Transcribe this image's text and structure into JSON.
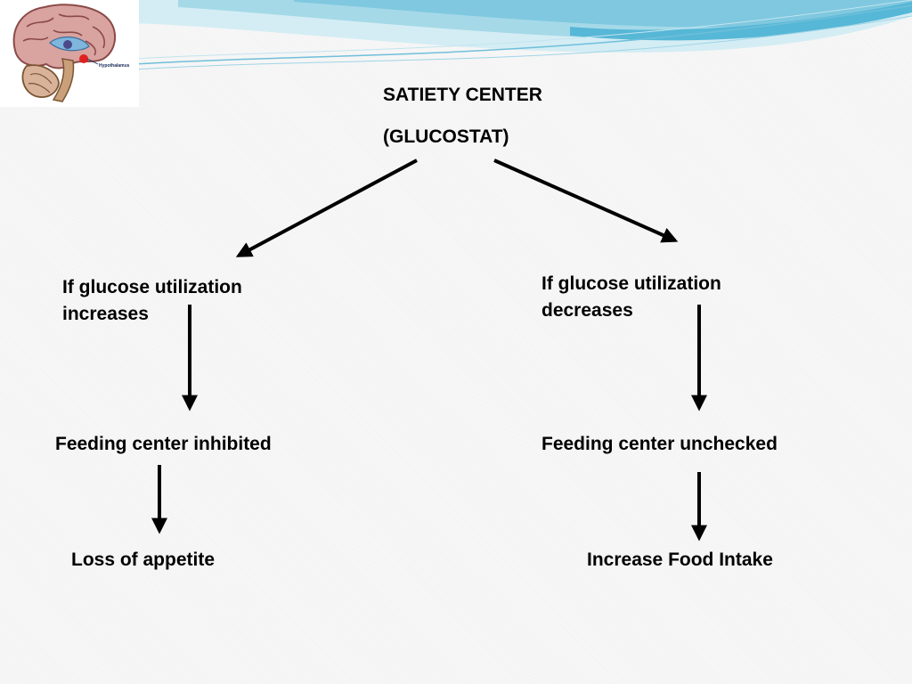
{
  "slide": {
    "title_line1": "SATIETY CENTER",
    "title_line2": "(GLUCOSTAT)",
    "left_branch": {
      "condition_line1": "If glucose utilization",
      "condition_line2": "increases",
      "effect": "Feeding center inhibited",
      "outcome": "Loss of appetite"
    },
    "right_branch": {
      "condition_line1": "If glucose utilization",
      "condition_line2": "decreases",
      "effect": "Feeding center unchecked",
      "outcome": "Increase Food Intake"
    },
    "brain_image": {
      "label": "Hypothalamus",
      "icon": "brain-sagittal-icon"
    }
  },
  "colors": {
    "background": "#f7f7f7",
    "text": "#000000",
    "arrow": "#000000",
    "wave_light": "#d4edf4",
    "wave_mid": "#a5d9e8",
    "wave_dark": "#56b7d6",
    "hypothalamus_marker": "#e02020"
  }
}
